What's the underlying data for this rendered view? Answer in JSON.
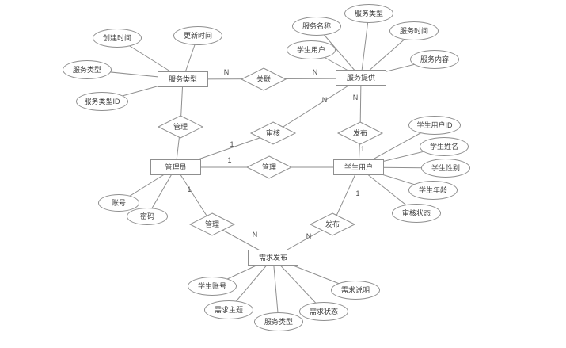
{
  "diagram": {
    "title": "er-diagram",
    "entities": [
      {
        "label": "服务类型"
      },
      {
        "label": "服务提供"
      },
      {
        "label": "管理员"
      },
      {
        "label": "学生用户"
      },
      {
        "label": "需求发布"
      }
    ],
    "relationships": [
      {
        "label": "关联"
      },
      {
        "label": "管理"
      },
      {
        "label": "审核"
      },
      {
        "label": "发布"
      },
      {
        "label": "管理"
      },
      {
        "label": "管理"
      },
      {
        "label": "发布"
      }
    ],
    "attributes": [
      {
        "label": "创建时间"
      },
      {
        "label": "更新时间"
      },
      {
        "label": "服务类型"
      },
      {
        "label": "服务类型ID"
      },
      {
        "label": "服务名称"
      },
      {
        "label": "服务类型"
      },
      {
        "label": "服务时间"
      },
      {
        "label": "学生用户"
      },
      {
        "label": "服务内容"
      },
      {
        "label": "学生用户ID"
      },
      {
        "label": "学生姓名"
      },
      {
        "label": "学生性别"
      },
      {
        "label": "学生年龄"
      },
      {
        "label": "审核状态"
      },
      {
        "label": "账号"
      },
      {
        "label": "密码"
      },
      {
        "label": "学生账号"
      },
      {
        "label": "需求主题"
      },
      {
        "label": "服务类型"
      },
      {
        "label": "需求状态"
      },
      {
        "label": "需求说明"
      }
    ],
    "cardinalities": [
      {
        "label": "N"
      },
      {
        "label": "N"
      },
      {
        "label": "N"
      },
      {
        "label": "1"
      },
      {
        "label": "1"
      },
      {
        "label": "N"
      },
      {
        "label": "1"
      },
      {
        "label": "1"
      },
      {
        "label": "N"
      },
      {
        "label": "1"
      },
      {
        "label": "N"
      }
    ],
    "colors": {
      "stroke": "#8f8f8f",
      "text": "#3d3d3d",
      "background": "#ffffff"
    }
  }
}
